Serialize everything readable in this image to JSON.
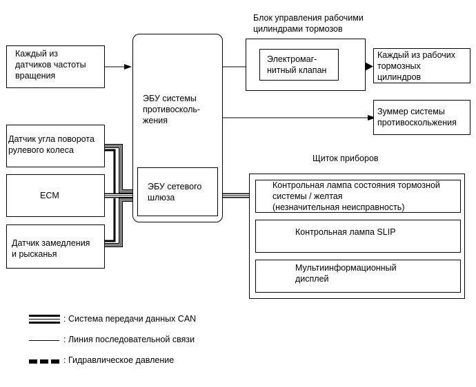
{
  "diagram": {
    "title_brake_actuator": "Блок управления рабочими\nцилиндрами тормозов",
    "title_combination_meter": "Щиток приборов",
    "nodes": {
      "speed_sensors": "Каждый из\nдатчиков частоты\nвращения",
      "abs_ecu": "ЭБУ системы\nпротивосколь-\nжения",
      "gateway_ecu": "ЭБУ сетевого\nшлюза",
      "solenoid_valve": "Электромаг-\nнитный клапан",
      "wheel_cylinders": "Каждый из рабочих\nтормозных\nцилиндров",
      "skid_buzzer": "Зуммер системы\nпротивоскольжения",
      "steering_sensor": "Датчик угла поворота\nрулевого колеса",
      "ecm": "ECM",
      "yaw_sensor": "Датчик замедления\nи рысканья",
      "brake_warning_lamp": "Контрольная лампа состояния тормозной\nсистемы / желтая\n(незначительная неисправность)",
      "slip_lamp": "Контрольная лампа SLIP",
      "multi_display": "Мультиинформационный\nдисплей"
    },
    "legend": [
      {
        "type": "can",
        "label": ": Система передачи данных CAN"
      },
      {
        "type": "serial",
        "label": ": Линия последовательной связи"
      },
      {
        "type": "hydraulic",
        "label": ": Гидравлическое давление"
      }
    ]
  }
}
